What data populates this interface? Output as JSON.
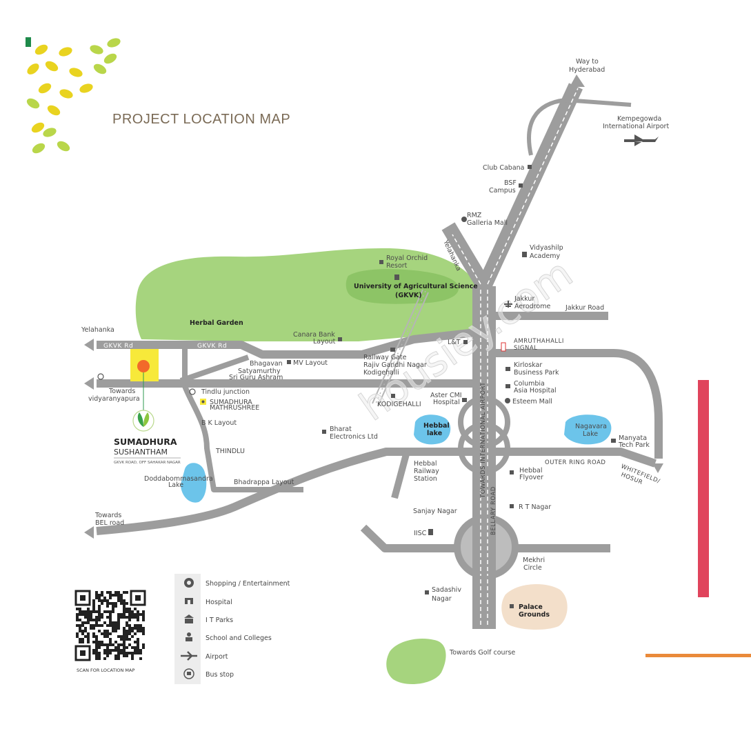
{
  "title": "PROJECT LOCATION MAP",
  "brand": {
    "name_line1": "SUMADHURA",
    "name_line2": "SUSHANTHAM",
    "address": "GKVK ROAD, OFF SAHAKAR NAGAR"
  },
  "qr_caption": "SCAN FOR LOCATION MAP",
  "watermark": "housiey.com",
  "roads": {
    "gkvk_rd_1": "GKVK Rd",
    "gkvk_rd_2": "GKVK Rd",
    "outer_ring_road_w": "OUTER RING ROAD",
    "outer_ring_road_e": "OUTER RING ROAD",
    "towards_airport": "TOWARDS INTERNATIONAL AIRPORT",
    "bellary_road": "BELLARY ROAD",
    "yelahanka_road": "Yelahanka",
    "whitefield_1": "WHITEFIELD/",
    "whitefield_2": "HOSUR"
  },
  "places": {
    "way_to_1": "Way to",
    "way_to_2": "Hyderabad",
    "kempegowda_1": "Kempegowda",
    "kempegowda_2": "International Airport",
    "club_cabana": "Club Cabana",
    "bsf_1": "BSF",
    "bsf_2": "Campus",
    "rmz_1": "RMZ",
    "rmz_2": "Galleria Mall",
    "vidyashilp_1": "Vidyashilp",
    "vidyashilp_2": "Academy",
    "royal_orchid_1": "Royal Orchid",
    "royal_orchid_2": "Resort",
    "uas_1": "University of Agricultural Science",
    "uas_2": "(GKVK)",
    "jakkur_aero_1": "Jakkur",
    "jakkur_aero_2": "Aerodrome",
    "jakkur_road": "Jakkur Road",
    "herbal_garden": "Herbal Garden",
    "canara_1": "Canara Bank",
    "canara_2": "Layout",
    "yelahanka": "Yelahanka",
    "lt": "L&T",
    "amruthahalli_1": "AMRUTHAHALLI",
    "amruthahalli_2": "SIGNAL",
    "bhagavan_1": "Bhagavan",
    "bhagavan_2": "Satyamurthy",
    "bhagavan_3": "Sri Guru Ashram",
    "mv_layout": "MV Layout",
    "railway_gate_1": "Railway Gate",
    "railway_gate_2": "Rajiv Gandhi Nagar",
    "railway_gate_3": "Kodigehalli",
    "kirloskar_1": "Kirloskar",
    "kirloskar_2": "Business Park",
    "towards_vid_1": "Towards",
    "towards_vid_2": "vidyaranyapura",
    "tindlu_junction": "Tindlu junction",
    "sumadhura_m_1": "SUMADHURA",
    "sumadhura_m_2": "MATHRUSHREE",
    "kodigehalli": "KODIGEHALLI",
    "aster_1": "Aster CMI",
    "aster_2": "Hospital",
    "columbia_1": "Columbia",
    "columbia_2": "Asia Hospital",
    "esteem": "Esteem Mall",
    "bk_layout": "B K Layout",
    "bharat_1": "Bharat",
    "bharat_2": "Electronics Ltd",
    "hebbal_lake_1": "Hebbal",
    "hebbal_lake_2": "lake",
    "nagavara_1": "Nagavara",
    "nagavara_2": "Lake",
    "manyata_1": "Manyata",
    "manyata_2": "Tech Park",
    "thindlu": "THINDLU",
    "hebbal_station_1": "Hebbal",
    "hebbal_station_2": "Railway",
    "hebbal_station_3": "Station",
    "hebbal_flyover_1": "Hebbal",
    "hebbal_flyover_2": "Flyover",
    "dodda_1": "Doddabommasandra",
    "dodda_2": "Lake",
    "bhadrappa": "Bhadrappa Layout",
    "rt_nagar": "R T Nagar",
    "towards_bel_1": "Towards",
    "towards_bel_2": "BEL road",
    "sanjay_nagar": "Sanjay Nagar",
    "iisc": "IISC",
    "mekhri_1": "Mekhri",
    "mekhri_2": "Circle",
    "sadashiv_1": "Sadashiv",
    "sadashiv_2": "Nagar",
    "palace_1": "Palace",
    "palace_2": "Grounds",
    "golf": "Towards Golf course"
  },
  "legend": [
    {
      "icon": "shopping-icon",
      "label": "Shopping / Entertainment"
    },
    {
      "icon": "hospital-icon",
      "label": "Hospital"
    },
    {
      "icon": "it-park-icon",
      "label": "I T Parks"
    },
    {
      "icon": "school-icon",
      "label": "School and Colleges"
    },
    {
      "icon": "airport-icon",
      "label": "Airport"
    },
    {
      "icon": "bus-stop-icon",
      "label": "Bus stop"
    }
  ],
  "colors": {
    "road": "#9d9d9d",
    "green_area": "#a6d47e",
    "lake": "#6cc4ea",
    "project_marker": "#f26a2a",
    "project_highlight": "#f7e93a",
    "accent_red": "#e0445c",
    "accent_orange": "#ea8a3a"
  }
}
